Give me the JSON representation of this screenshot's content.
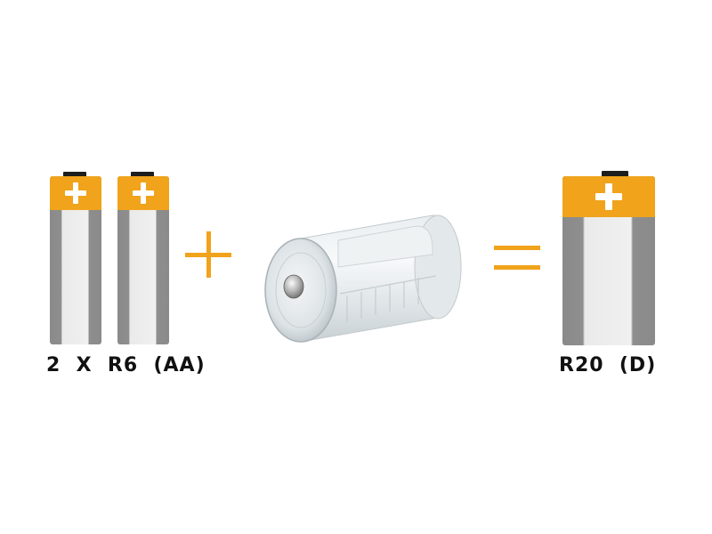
{
  "colors": {
    "accent_orange": "#f0a31b",
    "battery_gray": "#8a8a8a",
    "battery_light": "#f0f0f0",
    "terminal_black": "#1d1d1d",
    "label_text": "#111111"
  },
  "left_group": {
    "batteries": [
      {
        "size": "AA",
        "cap_symbol": "+"
      },
      {
        "size": "AA",
        "cap_symbol": "+"
      }
    ],
    "label": "2  X  R6  (AA)"
  },
  "operators": {
    "plus": "+",
    "equals": "="
  },
  "adapter": {
    "description_icon": "transparent-d-cell-adapter-icon"
  },
  "right_group": {
    "battery": {
      "size": "D",
      "cap_symbol": "+"
    },
    "label": "R20  (D)"
  }
}
